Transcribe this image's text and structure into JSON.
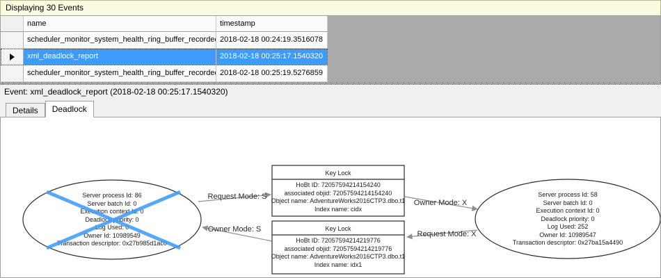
{
  "header": {
    "title": "Displaying 30 Events"
  },
  "grid": {
    "columns": [
      "name",
      "timestamp"
    ],
    "rows": [
      {
        "name": "scheduler_monitor_system_health_ring_buffer_recorded",
        "timestamp": "2018-02-18 00:24:19.3516078",
        "selected": false
      },
      {
        "name": "xml_deadlock_report",
        "timestamp": "2018-02-18 00:25:17.1540320",
        "selected": true
      },
      {
        "name": "scheduler_monitor_system_health_ring_buffer_recorded",
        "timestamp": "2018-02-18 00:25:19.5276859",
        "selected": false
      }
    ]
  },
  "event_line": "Event: xml_deadlock_report (2018-02-18 00:25:17.1540320)",
  "tabs": [
    {
      "label": "Details",
      "active": false
    },
    {
      "label": "Deadlock",
      "active": true
    }
  ],
  "deadlock_graph": {
    "processes": [
      {
        "id": "process-86",
        "victim": true,
        "lines": [
          "Server process Id: 86",
          "Server batch Id: 0",
          "Execution context Id: 0",
          "Deadlock priority: 0",
          "Log Used: 0",
          "Owner Id: 10989549",
          "Transaction descriptor: 0x27b985d1ac0"
        ]
      },
      {
        "id": "process-58",
        "victim": false,
        "lines": [
          "Server process Id: 58",
          "Server batch Id: 0",
          "Execution context Id: 0",
          "Deadlock priority: 0",
          "Log Used: 252",
          "Owner Id: 10989547",
          "Transaction descriptor: 0x27ba15a4490"
        ]
      }
    ],
    "resources": [
      {
        "id": "keylock-cidx",
        "title": "Key Lock",
        "lines": [
          "HoBt ID: 72057594214154240",
          "associated objid: 72057594214154240",
          "Object name: AdventureWorks2016CTP3.dbo.t1",
          "Index name: cidx"
        ]
      },
      {
        "id": "keylock-idx1",
        "title": "Key Lock",
        "lines": [
          "HoBt ID: 72057594214219776",
          "associated objid: 72057594214219776",
          "Object name: AdventureWorks2016CTP3.dbo.t1",
          "Index name: idx1"
        ]
      }
    ],
    "edges": [
      {
        "label": "Request Mode: S",
        "from": "process-86",
        "to": "keylock-cidx"
      },
      {
        "label": "Owner Mode: S",
        "from": "keylock-idx1",
        "to": "process-86"
      },
      {
        "label": "Owner Mode: X",
        "from": "keylock-cidx",
        "to": "process-58"
      },
      {
        "label": "Request Mode: X",
        "from": "process-58",
        "to": "keylock-idx1"
      }
    ]
  },
  "colors": {
    "selection_blue": "#3e9bfc",
    "victim_cross_blue": "#3e9bff",
    "info_bar_bg": "#fbfbe1",
    "grid_empty_bg": "#ababab",
    "edge_gray": "#8f8f8f"
  }
}
